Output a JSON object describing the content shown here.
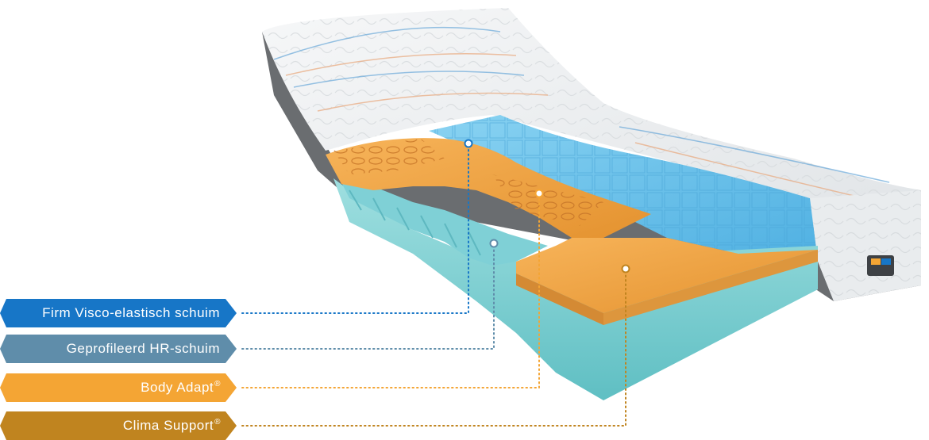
{
  "labels": [
    {
      "text": "Firm Visco-elastisch schuim",
      "sup": "",
      "color": "#1776c7"
    },
    {
      "text": "Geprofileerd HR-schuim",
      "sup": "",
      "color": "#5f8daa"
    },
    {
      "text": "Body Adapt",
      "sup": "®",
      "color": "#f4a534"
    },
    {
      "text": "Clima Support",
      "sup": "®",
      "color": "#c0841f"
    }
  ],
  "colors": {
    "cover": "#eef1f3",
    "visco_foam": "#6fc3ea",
    "hr_foam": "#7fd0d6",
    "body_adapt": "#f3a84a",
    "clima_support": "#eda55a",
    "base_foam": "#8fd6d6",
    "side_band": "#6a6d70"
  }
}
